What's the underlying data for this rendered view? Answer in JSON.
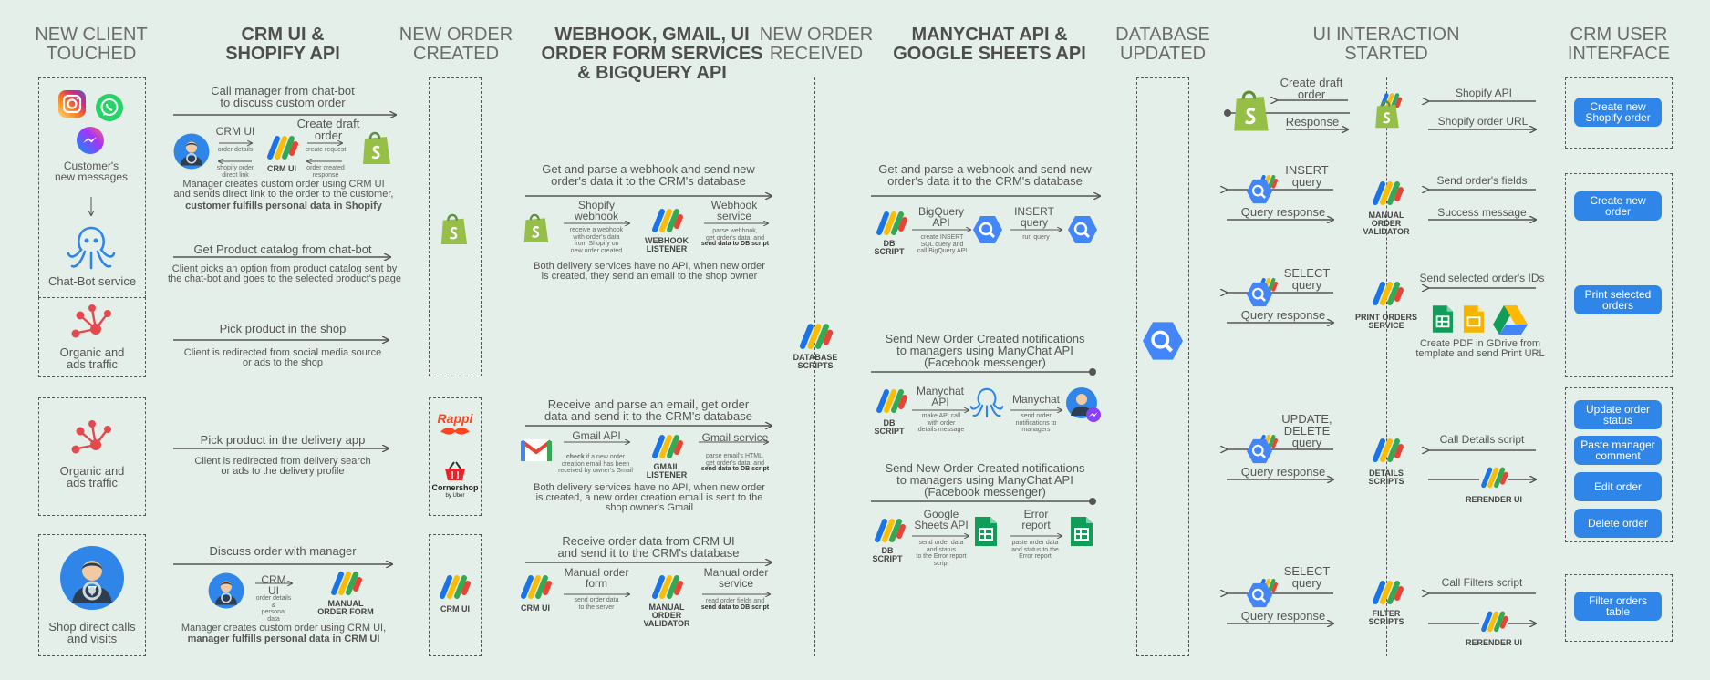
{
  "headers": {
    "new_client": "NEW CLIENT\nTOUCHED",
    "crm_shopify": "CRM UI &\nSHOPIFY API",
    "new_order_created": "NEW ORDER\nCREATED",
    "webhook": "WEBHOOK, GMAIL, UI\nORDER FORM SERVICES\n& BIGQUERY API",
    "new_order_received": "NEW ORDER\nRECEIVED",
    "manychat": "MANYCHAT API &\nGOOGLE SHEETS API",
    "database_updated": "DATABASE\nUPDATED",
    "ui_interaction": "UI INTERACTION\nSTARTED",
    "crm_user": "CRM USER\nINTERFACE"
  },
  "col1": {
    "customers_messages": "Customer's\nnew messages",
    "chatbot": "Chat-Bot service",
    "organic1": "Organic and\nads traffic",
    "organic2": "Organic and\nads traffic",
    "shop": "Shop direct calls\nand visits"
  },
  "col2": {
    "call_manager": "Call manager from chat-bot\nto discuss custom order",
    "crm_ui": "CRM UI",
    "order_details": "order details",
    "shopify_order_direct": "shopify order\ndirect link",
    "create_draft": "Create draft\norder",
    "create_request": "create request",
    "order_created_response": "order created\nresponse",
    "crm_ui_label": "CRM UI",
    "manager_creates_1": "Manager creates custom order using CRM UI\nand sends direct link to the order to the customer,",
    "manager_creates_1b": "customer fulfills personal data in Shopify",
    "get_catalog": "Get Product catalog from chat-bot",
    "client_picks": "Client picks an option from product catalog sent by\nthe chat-bot and goes to the selected product's page",
    "pick_shop": "Pick product in the shop",
    "redirected_social": "Client is redirected from social media source\nor ads to the shop",
    "pick_delivery": "Pick product in the delivery app",
    "redirected_delivery": "Client is redirected from delivery search\nor ads to the delivery profile",
    "discuss": "Discuss order with manager",
    "crm_ui2": "CRM UI",
    "order_details_personal": "order details &\npersonal data",
    "manual_form": "MANUAL\nORDER FORM",
    "manager_creates_2": "Manager creates custom order using CRM UI,",
    "manager_creates_2b": "manager fulfills personal data in CRM UI"
  },
  "col3": {
    "rappi": "Rappi",
    "cornershop": "Cornershop",
    "by_uber": "by Uber",
    "crm_ui": "CRM UI"
  },
  "col4": {
    "get_parse_1": "Get and parse a webhook and send new\norder's data it to the CRM's database",
    "shopify_webhook": "Shopify\nwebhook",
    "receive_webhook": "receive a webhook\nwith order's data\nfrom Shopify on\nnew order created",
    "webhook_listener": "WEBHOOK\nLISTENER",
    "webhook_service": "Webhook\nservice",
    "parse_webhook": "parse webhook,\nget order's data, and",
    "send_db_1": "send data to DB script",
    "both_delivery_1": "Both delivery services have no API, when new order\nis created, they send an email to the shop owner",
    "receive_email": "Receive and parse an email, get order\ndata and send it to the CRM's database",
    "gmail_api": "Gmail API",
    "check_email_b": "check",
    "check_email": " if a new order\ncreation email has been\nreceived by owner's Gmail",
    "gmail_listener": "GMAIL\nLISTENER",
    "gmail_service": "Gmail service",
    "parse_html": "parse email's HTML,\nget order's data, and",
    "send_db_2": "send data to DB script",
    "both_delivery_2": "Both delivery services have no API, when new order\nis created, a new order creation email is sent to the\nshop owner's Gmail",
    "receive_crm": "Receive order data from CRM UI\nand send it to the CRM's database",
    "crm_ui": "CRM UI",
    "manual_form": "Manual order\nform",
    "send_order_server": "send order data\nto the server",
    "manual_validator": "MANUAL\nORDER\nVALIDATOR",
    "manual_service": "Manual order\nservice",
    "read_fields": "read order fields and",
    "send_db_3": "send data to DB script"
  },
  "col5": {
    "database_scripts": "DATABASE\nSCRIPTS"
  },
  "col6": {
    "get_parse": "Get and parse a webhook and send new\norder's data it to the CRM's database",
    "db_script": "DB\nSCRIPT",
    "bigquery_api": "BigQuery\nAPI",
    "create_insert": "create INSERT\nSQL query and\ncall BigQuery API",
    "insert_query": "INSERT\nquery",
    "run_query": "run query",
    "send_notif_1": "Send New Order Created notifications\nto managers using ManyChat API\n(Facebook messenger)",
    "db_script2": "DB\nSCRIPT",
    "manychat_api": "Manychat\nAPI",
    "make_api_call": "make API call\nwith order\ndetails message",
    "manychat": "Manychat",
    "send_order_notif": "send order\nnotifications to\nmanagers",
    "send_notif_2": "Send New Order Created notifications\nto managers using ManyChat API\n(Facebook messenger)",
    "db_script3": "DB\nSCRIPT",
    "google_sheets_api": "Google\nSheets API",
    "send_order_data": "send order data\nand status\nto the Error report\nscript",
    "error_report": "Error\nreport",
    "paste_order": "paste order data\nand status to the\nError report"
  },
  "col8": {
    "create_draft": "Create draft\norder",
    "response": "Response",
    "insert_query": "INSERT\nquery",
    "query_response_1": "Query response",
    "manual_validator": "MANUAL\nORDER\nVALIDATOR",
    "select_query_1": "SELECT\nquery",
    "query_response_2": "Query response",
    "print_orders_service": "PRINT ORDERS\nSERVICE",
    "update_delete": "UPDATE,\nDELETE\nquery",
    "query_response_3": "Query response",
    "details_scripts": "DETAILS\nSCRIPTS",
    "select_query_2": "SELECT\nquery",
    "query_response_4": "Query response",
    "filter_scripts": "FILTER\nSCRIPTS",
    "shopify_api": "Shopify API",
    "shopify_order_url": "Shopify order URL",
    "send_fields": "Send order's fields",
    "success_message": "Success message",
    "send_selected": "Send selected order's IDs",
    "create_pdf": "Create PDF in GDrive from\ntemplate and send Print URL",
    "call_details": "Call Details script",
    "rerender_1": "RERENDER UI",
    "call_filters": "Call Filters script",
    "rerender_2": "RERENDER UI"
  },
  "buttons": {
    "create_shopify": "Create new\nShopify order",
    "create_order": "Create new\norder",
    "print_selected": "Print selected\norders",
    "update_status": "Update order\nstatus",
    "paste_comment": "Paste manager\ncomment",
    "edit_order": "Edit order",
    "delete_order": "Delete order",
    "filter_orders": "Filter orders\ntable"
  },
  "colors": {
    "background": "#e5efe9",
    "accent": "#2f86e8",
    "shopify": "#95bf47",
    "bigquery": "#4386fa",
    "sheets": "#0f9d58"
  }
}
